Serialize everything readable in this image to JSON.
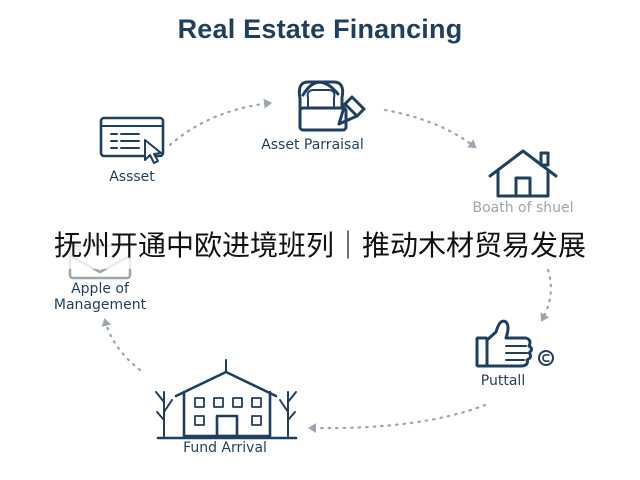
{
  "title": "Real Estate Financing",
  "nodes": {
    "asset_appraisal": "Asset Parraisal",
    "booth": "Boath of shuel",
    "puttall": "Puttall",
    "fund_arrival": "Fund Arrival",
    "apple_line1": "Apple of",
    "apple_line2": "Management",
    "asset": "Assset"
  },
  "banner_text": "抚州开通中欧进境班列｜推动木材贸易发展",
  "colors": {
    "navy": "#1f3f5f",
    "arrow": "#9aa6b2",
    "faded_label": "#9aa6b2"
  },
  "icons": [
    "person-writing-icon",
    "house-icon",
    "thumbs-up-coin-icon",
    "building-icon",
    "envelope-icon",
    "document-cursor-icon"
  ]
}
